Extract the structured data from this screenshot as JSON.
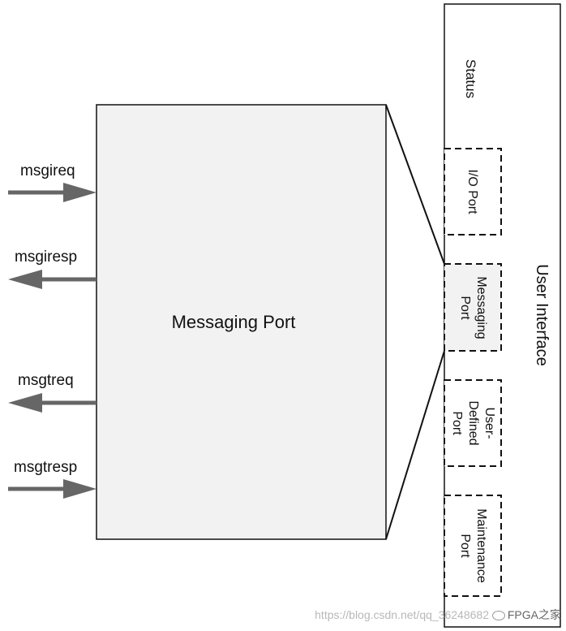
{
  "diagram": {
    "main_block_label": "Messaging Port",
    "signals": [
      {
        "name": "msgireq",
        "direction": "in"
      },
      {
        "name": "msgiresp",
        "direction": "out"
      },
      {
        "name": "msgtreq",
        "direction": "out"
      },
      {
        "name": "msgtresp",
        "direction": "in"
      }
    ],
    "user_interface": {
      "title": "User Interface",
      "status_label": "Status",
      "ports": [
        {
          "lines": [
            "I/O Port"
          ],
          "highlighted": false
        },
        {
          "lines": [
            "Messaging",
            "Port"
          ],
          "highlighted": true
        },
        {
          "lines": [
            "User-",
            "Defined",
            "Port"
          ],
          "highlighted": false
        },
        {
          "lines": [
            "Maintenance",
            "Port"
          ],
          "highlighted": false
        }
      ]
    },
    "colors": {
      "block_fill": "#f2f2f2",
      "arrow": "#666666",
      "stroke": "#111111"
    }
  },
  "watermark": {
    "url": "https://blog.csdn.net/qq_36248682",
    "brand": "FPGA之家"
  }
}
